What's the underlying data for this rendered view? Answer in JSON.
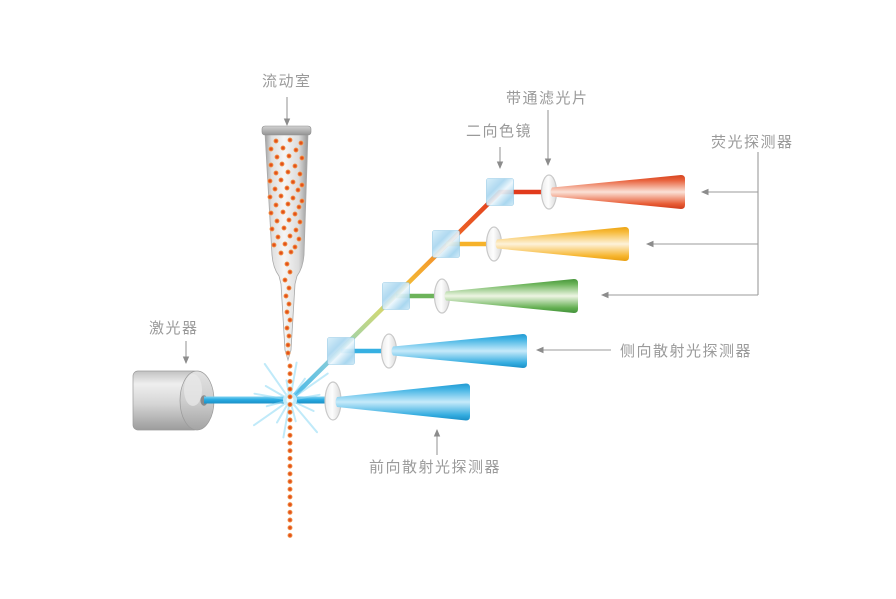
{
  "diagram": {
    "type": "flow-cytometer-schematic",
    "background": "#ffffff",
    "labels": {
      "flow_cell": "流动室",
      "bandpass_filter": "带通滤光片",
      "dichroic_mirror": "二向色镜",
      "fluorescence_detector": "荧光探测器",
      "side_scatter_detector": "侧向散射光探测器",
      "forward_scatter_detector": "前向散射光探测器",
      "laser": "激光器"
    },
    "colors": {
      "label_text": "#9a9a9a",
      "annotation_line": "#8c8c8c",
      "laser_beam_blue": "#29abe2",
      "detector_red": "#e8512e",
      "detector_yellow": "#f7b62f",
      "detector_green": "#61ad4e",
      "detector_blue": "#30aade",
      "cell_dot_orange": "#e34a1d",
      "dichroic_mirror_blue": "#a2d4ee",
      "hardware_gray": "#d0d0d0"
    }
  }
}
